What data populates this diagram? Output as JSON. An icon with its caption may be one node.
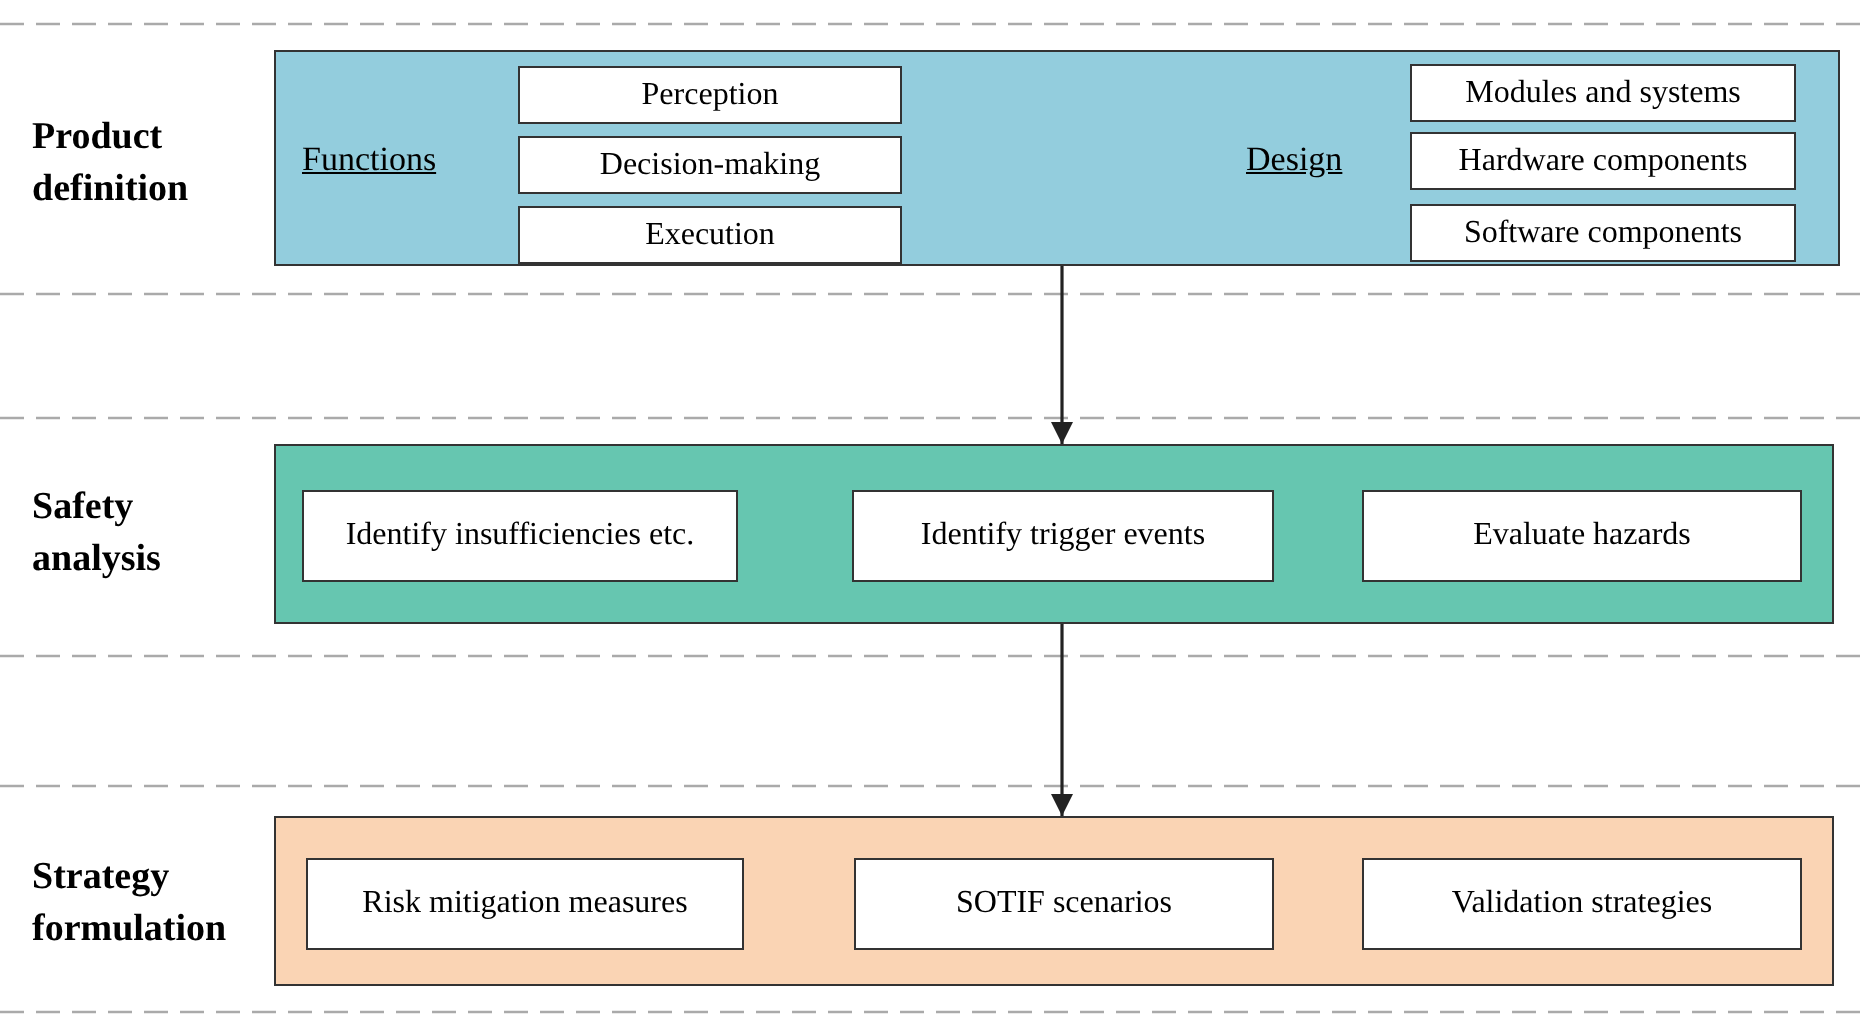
{
  "diagram": {
    "nodes": [
      {
        "text": [
          "Product definition",
          "Functions",
          "Design"
        ]
      },
      {
        "text": [
          "Perception"
        ],
        "in": 0
      },
      {
        "text": [
          "Decision-making"
        ],
        "in": 0
      },
      {
        "text": [
          "Execution"
        ],
        "in": 0
      },
      {
        "text": [
          "Modules and systems"
        ],
        "in": 0
      },
      {
        "text": [
          "Hardware components"
        ],
        "in": 0
      },
      {
        "text": [
          "Software components"
        ],
        "in": 0
      },
      {
        "text": [
          "Safety analysis"
        ]
      },
      {
        "text": [
          "Identify insufficiencies etc."
        ],
        "in": 7
      },
      {
        "text": [
          "Identify trigger events"
        ],
        "in": 7
      },
      {
        "text": [
          "Evaluate hazards"
        ],
        "in": 7
      },
      {
        "text": [
          "Strategy formulation"
        ]
      },
      {
        "text": [
          "Risk mitigation measures"
        ],
        "in": 11
      },
      {
        "text": [
          "SOTIF scenarios"
        ],
        "in": 11
      },
      {
        "text": [
          "Validation strategies"
        ],
        "in": 11
      }
    ],
    "edges": [
      {
        "from": 0,
        "to": 7,
        "arrow": "to"
      },
      {
        "from": 7,
        "to": 11,
        "arrow": "to"
      }
    ]
  }
}
